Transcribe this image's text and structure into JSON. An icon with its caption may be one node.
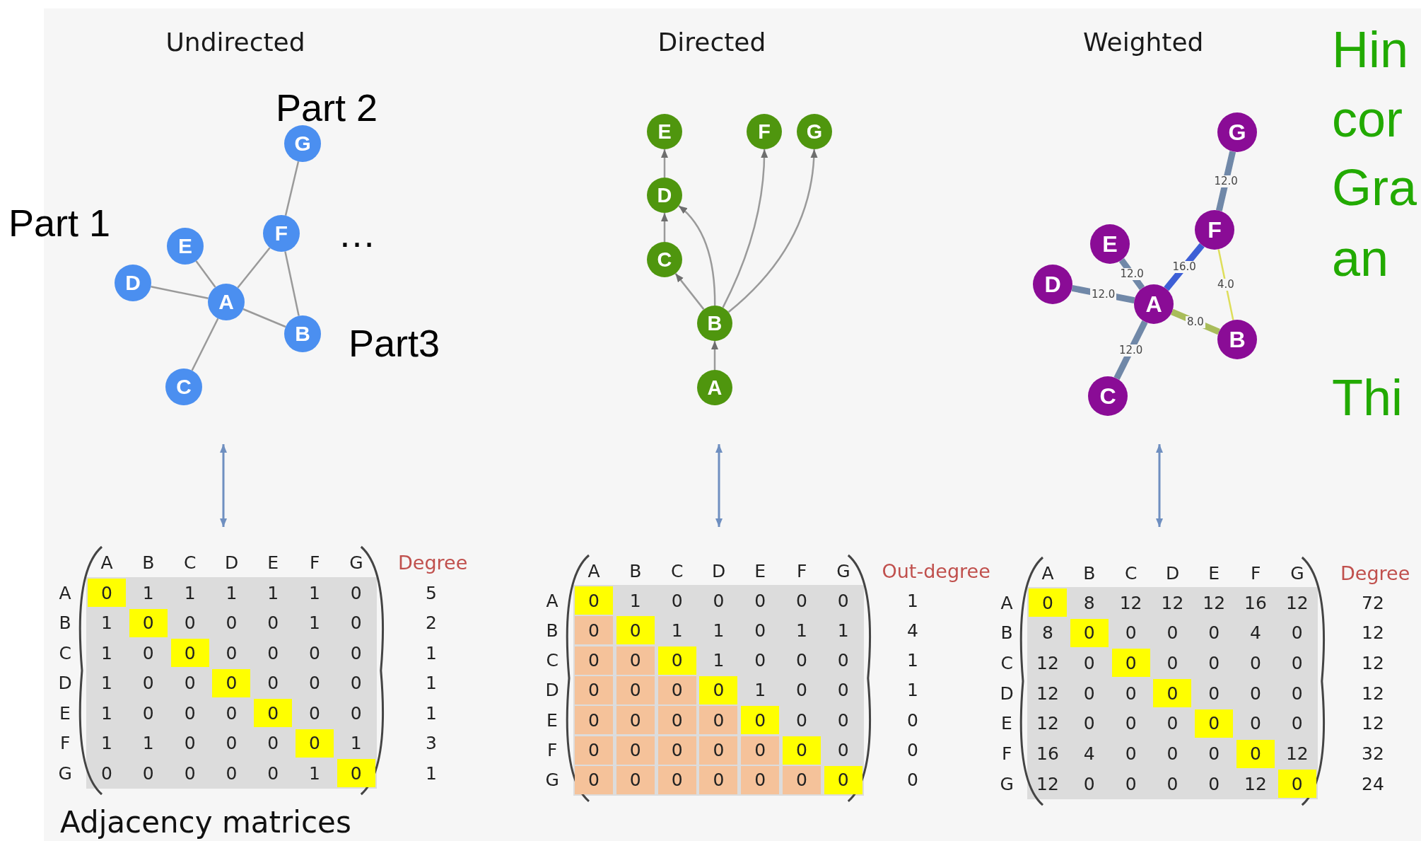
{
  "diagram": {
    "nodes": [
      {
        "text": [
          "A"
        ]
      },
      {
        "text": [
          "B"
        ]
      },
      {
        "text": [
          "C"
        ]
      },
      {
        "text": [
          "D"
        ]
      },
      {
        "text": [
          "E"
        ]
      },
      {
        "text": [
          "F"
        ]
      },
      {
        "text": [
          "G"
        ]
      },
      {
        "text": [
          "A"
        ]
      },
      {
        "text": [
          "B"
        ]
      },
      {
        "text": [
          "C"
        ]
      },
      {
        "text": [
          "D"
        ]
      },
      {
        "text": [
          "E"
        ]
      },
      {
        "text": [
          "F"
        ]
      },
      {
        "text": [
          "G"
        ]
      },
      {
        "text": [
          "A"
        ]
      },
      {
        "text": [
          "B"
        ]
      },
      {
        "text": [
          "C"
        ]
      },
      {
        "text": [
          "D"
        ]
      },
      {
        "text": [
          "E"
        ]
      },
      {
        "text": [
          "F"
        ]
      },
      {
        "text": [
          "G"
        ]
      }
    ],
    "edges": [
      {
        "from": 6,
        "to": 5,
        "arrow": "none"
      },
      {
        "from": 5,
        "to": 0,
        "arrow": "none"
      },
      {
        "from": 5,
        "to": 1,
        "arrow": "none"
      },
      {
        "from": 4,
        "to": 0,
        "arrow": "none"
      },
      {
        "from": 3,
        "to": 0,
        "arrow": "none"
      },
      {
        "from": 0,
        "to": 1,
        "arrow": "none"
      },
      {
        "from": 0,
        "to": 2,
        "arrow": "none"
      },
      {
        "from": 7,
        "to": 8,
        "arrow": "to"
      },
      {
        "from": 8,
        "to": 9,
        "arrow": "to"
      },
      {
        "from": 8,
        "to": 10,
        "arrow": "to"
      },
      {
        "from": 9,
        "to": 10,
        "arrow": "to"
      },
      {
        "from": 10,
        "to": 11,
        "arrow": "to"
      },
      {
        "from": 8,
        "to": 12,
        "arrow": "to"
      },
      {
        "from": 8,
        "to": 13,
        "arrow": "to"
      },
      {
        "from": 20,
        "to": 19,
        "arrow": "none",
        "label": "12.0",
        "style": "thick",
        "color": "#7088a8"
      },
      {
        "from": 19,
        "to": 14,
        "arrow": "none",
        "label": "16.0",
        "style": "thick",
        "color": "#3d5fd6"
      },
      {
        "from": 18,
        "to": 14,
        "arrow": "none",
        "label": "12.0",
        "style": "thick",
        "color": "#7088a8"
      },
      {
        "from": 17,
        "to": 14,
        "arrow": "none",
        "label": "12.0",
        "style": "thick",
        "color": "#7088a8"
      },
      {
        "from": 14,
        "to": 15,
        "arrow": "none",
        "label": "8.0",
        "style": "thick",
        "color": "#a9bd5a"
      },
      {
        "from": 19,
        "to": 15,
        "arrow": "none",
        "label": "4.0",
        "color": "#dede5a"
      },
      {
        "from": 14,
        "to": 16,
        "arrow": "none",
        "label": "12.0",
        "style": "thick",
        "color": "#7088a8"
      }
    ],
    "labels": [
      "Undirected",
      "Directed",
      "Weighted",
      "Part 2",
      "Part 1",
      "…",
      "Part3",
      "Hin",
      "cor",
      "Gra",
      "an",
      "Thi",
      "A",
      "B",
      "C",
      "D",
      "E",
      "F",
      "G",
      "Degree",
      "A",
      "0",
      "1",
      "1",
      "1",
      "1",
      "1",
      "0",
      "5",
      "B",
      "1",
      "0",
      "0",
      "0",
      "0",
      "1",
      "0",
      "2",
      "C",
      "1",
      "0",
      "0",
      "0",
      "0",
      "0",
      "0",
      "1",
      "D",
      "1",
      "0",
      "0",
      "0",
      "0",
      "0",
      "0",
      "1",
      "E",
      "1",
      "0",
      "0",
      "0",
      "0",
      "0",
      "0",
      "1",
      "F",
      "1",
      "1",
      "0",
      "0",
      "0",
      "0",
      "1",
      "3",
      "G",
      "0",
      "0",
      "0",
      "0",
      "0",
      "1",
      "0",
      "1",
      "A",
      "B",
      "C",
      "D",
      "E",
      "F",
      "G",
      "Out-degree",
      "A",
      "0",
      "1",
      "0",
      "0",
      "0",
      "0",
      "0",
      "1",
      "B",
      "0",
      "0",
      "1",
      "1",
      "0",
      "1",
      "1",
      "4",
      "C",
      "0",
      "0",
      "0",
      "1",
      "0",
      "0",
      "0",
      "1",
      "D",
      "0",
      "0",
      "0",
      "0",
      "1",
      "0",
      "0",
      "1",
      "E",
      "0",
      "0",
      "0",
      "0",
      "0",
      "0",
      "0",
      "0",
      "F",
      "0",
      "0",
      "0",
      "0",
      "0",
      "0",
      "0",
      "0",
      "G",
      "0",
      "0",
      "0",
      "0",
      "0",
      "0",
      "0",
      "0",
      "A",
      "B",
      "C",
      "D",
      "E",
      "F",
      "G",
      "Degree",
      "A",
      "0",
      "8",
      "12",
      "12",
      "12",
      "16",
      "12",
      "72",
      "B",
      "8",
      "0",
      "0",
      "0",
      "0",
      "4",
      "0",
      "12",
      "C",
      "12",
      "0",
      "0",
      "0",
      "0",
      "0",
      "0",
      "12",
      "D",
      "12",
      "0",
      "0",
      "0",
      "0",
      "0",
      "0",
      "12",
      "E",
      "12",
      "0",
      "0",
      "0",
      "0",
      "0",
      "0",
      "12",
      "F",
      "16",
      "4",
      "0",
      "0",
      "0",
      "0",
      "12",
      "32",
      "G",
      "12",
      "0",
      "0",
      "0",
      "0",
      "12",
      "0",
      "24",
      "Adjacency matrices"
    ]
  }
}
